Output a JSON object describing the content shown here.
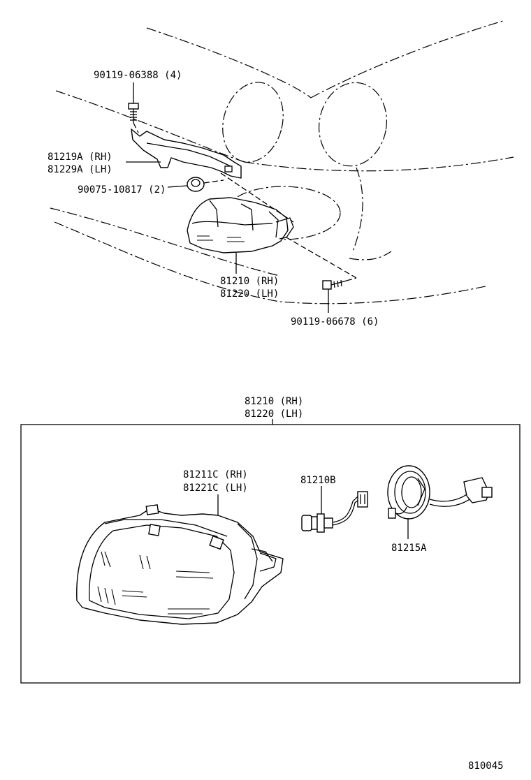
{
  "diagram": {
    "upper_callouts": {
      "bolt_upper": "90119-06388 (4)",
      "bracket_rh": "81219A (RH)",
      "bracket_lh": "81229A (LH)",
      "clip": "90075-10817 (2)",
      "lamp_rh": "81210 (RH)",
      "lamp_lh": "81220 (LH)",
      "bolt_lower": "90119-06678 (6)"
    },
    "assembly_box": {
      "title_rh": "81210 (RH)",
      "title_lh": "81220 (LH)",
      "lens_rh": "81211C (RH)",
      "lens_lh": "81221C (LH)",
      "bulb": "81210B",
      "socket": "81215A"
    },
    "figure_number": "810045"
  }
}
